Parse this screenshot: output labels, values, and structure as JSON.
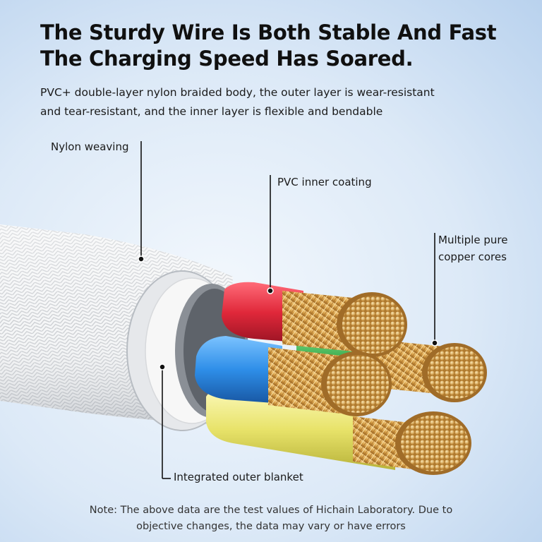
{
  "headline": {
    "line1": "The Sturdy Wire Is Both Stable And Fast",
    "line2": "The Charging Speed Has Soared."
  },
  "description": {
    "line1": "PVC+ double-layer nylon braided body, the outer layer is wear-resistant",
    "line2": "and tear-resistant, and the inner layer is flexible and bendable"
  },
  "callouts": {
    "nylon_weaving": "Nylon weaving",
    "pvc_inner_coating": "PVC inner coating",
    "copper_cores": {
      "line1": "Multiple pure",
      "line2": "copper cores"
    },
    "outer_blanket": "Integrated outer blanket"
  },
  "footnote": {
    "line1": "Note: The above data are the test values of Hichain Laboratory. Due to",
    "line2": "objective changes, the data may vary or have errors"
  },
  "colors": {
    "red_core": "#e0283a",
    "blue_core": "#2e8ee8",
    "yellow_core": "#e8e36a",
    "copper": "#d9a24a",
    "braid": "#f4f4f4",
    "shield": "#8a8f96"
  }
}
